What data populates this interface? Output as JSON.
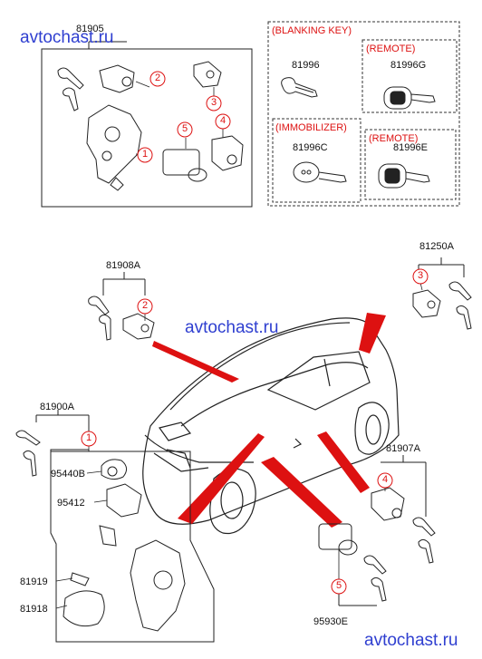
{
  "watermark": "avtochast.ru",
  "parts": {
    "p81905": "81905",
    "p81996": "81996",
    "p81996g": "81996G",
    "p81996c": "81996C",
    "p81996e": "81996E",
    "p81908a": "81908A",
    "p81250a": "81250A",
    "p81900a": "81900A",
    "p95440b": "95440B",
    "p95412": "95412",
    "p81919": "81919",
    "p81918": "81918",
    "p81907a": "81907A",
    "p95930e": "95930E"
  },
  "groups": {
    "blanking_key": "(BLANKING KEY)",
    "remote": "(REMOTE)",
    "immobilizer": "(IMMOBILIZER)"
  },
  "callouts": [
    "1",
    "2",
    "3",
    "4",
    "5"
  ],
  "colors": {
    "callout": "#dd1111",
    "pointer": "#dd1111",
    "watermark": "#2f3fd0",
    "line": "#222222"
  }
}
